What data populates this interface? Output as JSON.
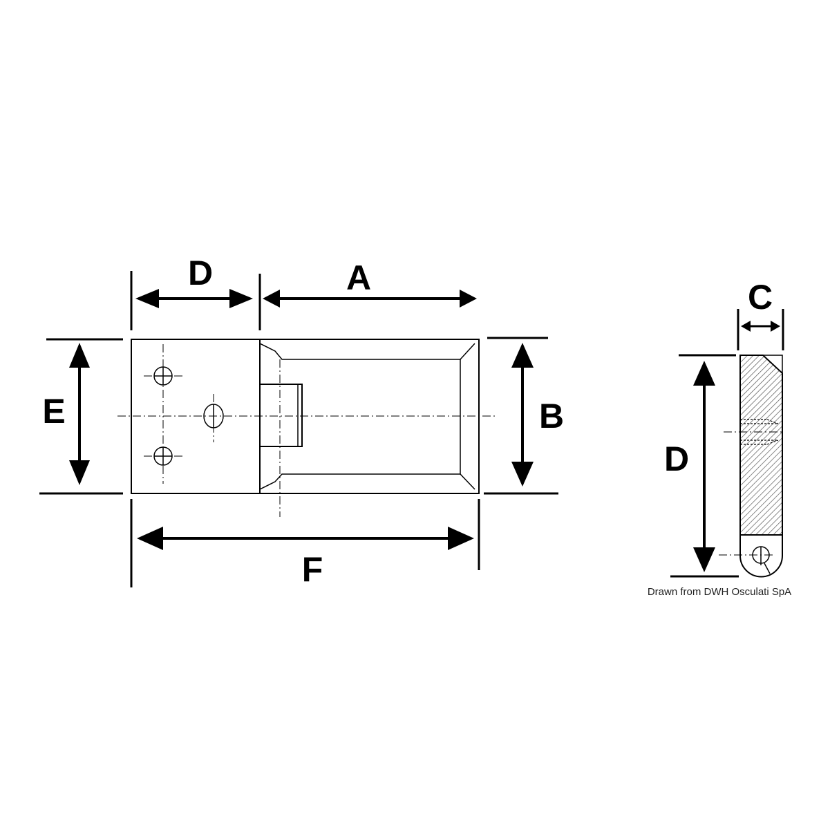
{
  "labels": {
    "front_d": "D",
    "front_a": "A",
    "front_e": "E",
    "front_b": "B",
    "front_f": "F",
    "side_c": "C",
    "side_d": "D"
  },
  "credit": "Drawn from DWH Osculati SpA"
}
